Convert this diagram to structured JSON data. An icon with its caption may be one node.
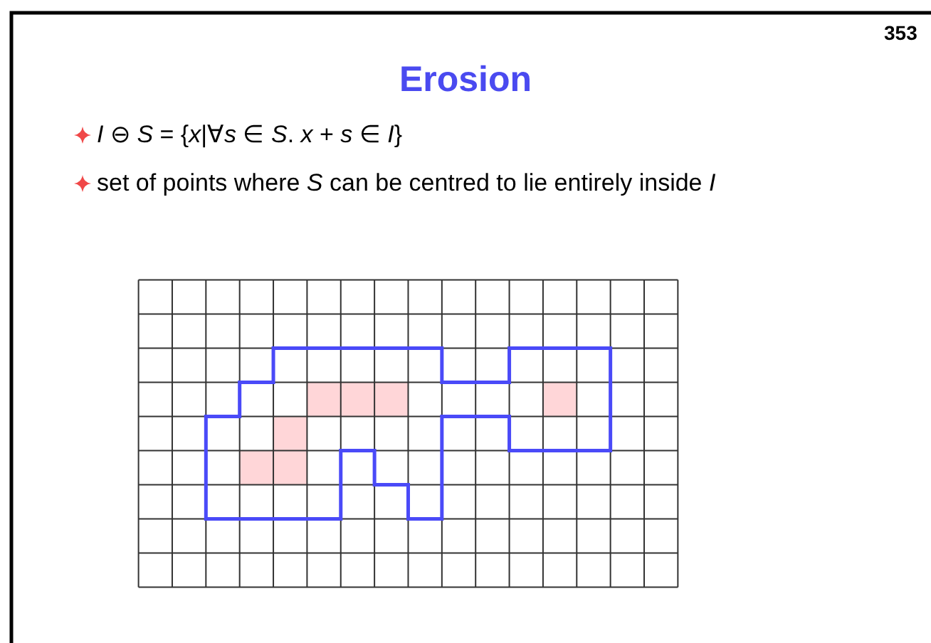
{
  "diagram": {
    "title": "Erosion",
    "labels": [
      "353",
      "*I* ⊖ *S* = {*x*|∀*s* ∈ *S*. *x* + *s* ∈ *I*}",
      "set of points where *S* can be centred to lie entirely inside *I*"
    ]
  }
}
